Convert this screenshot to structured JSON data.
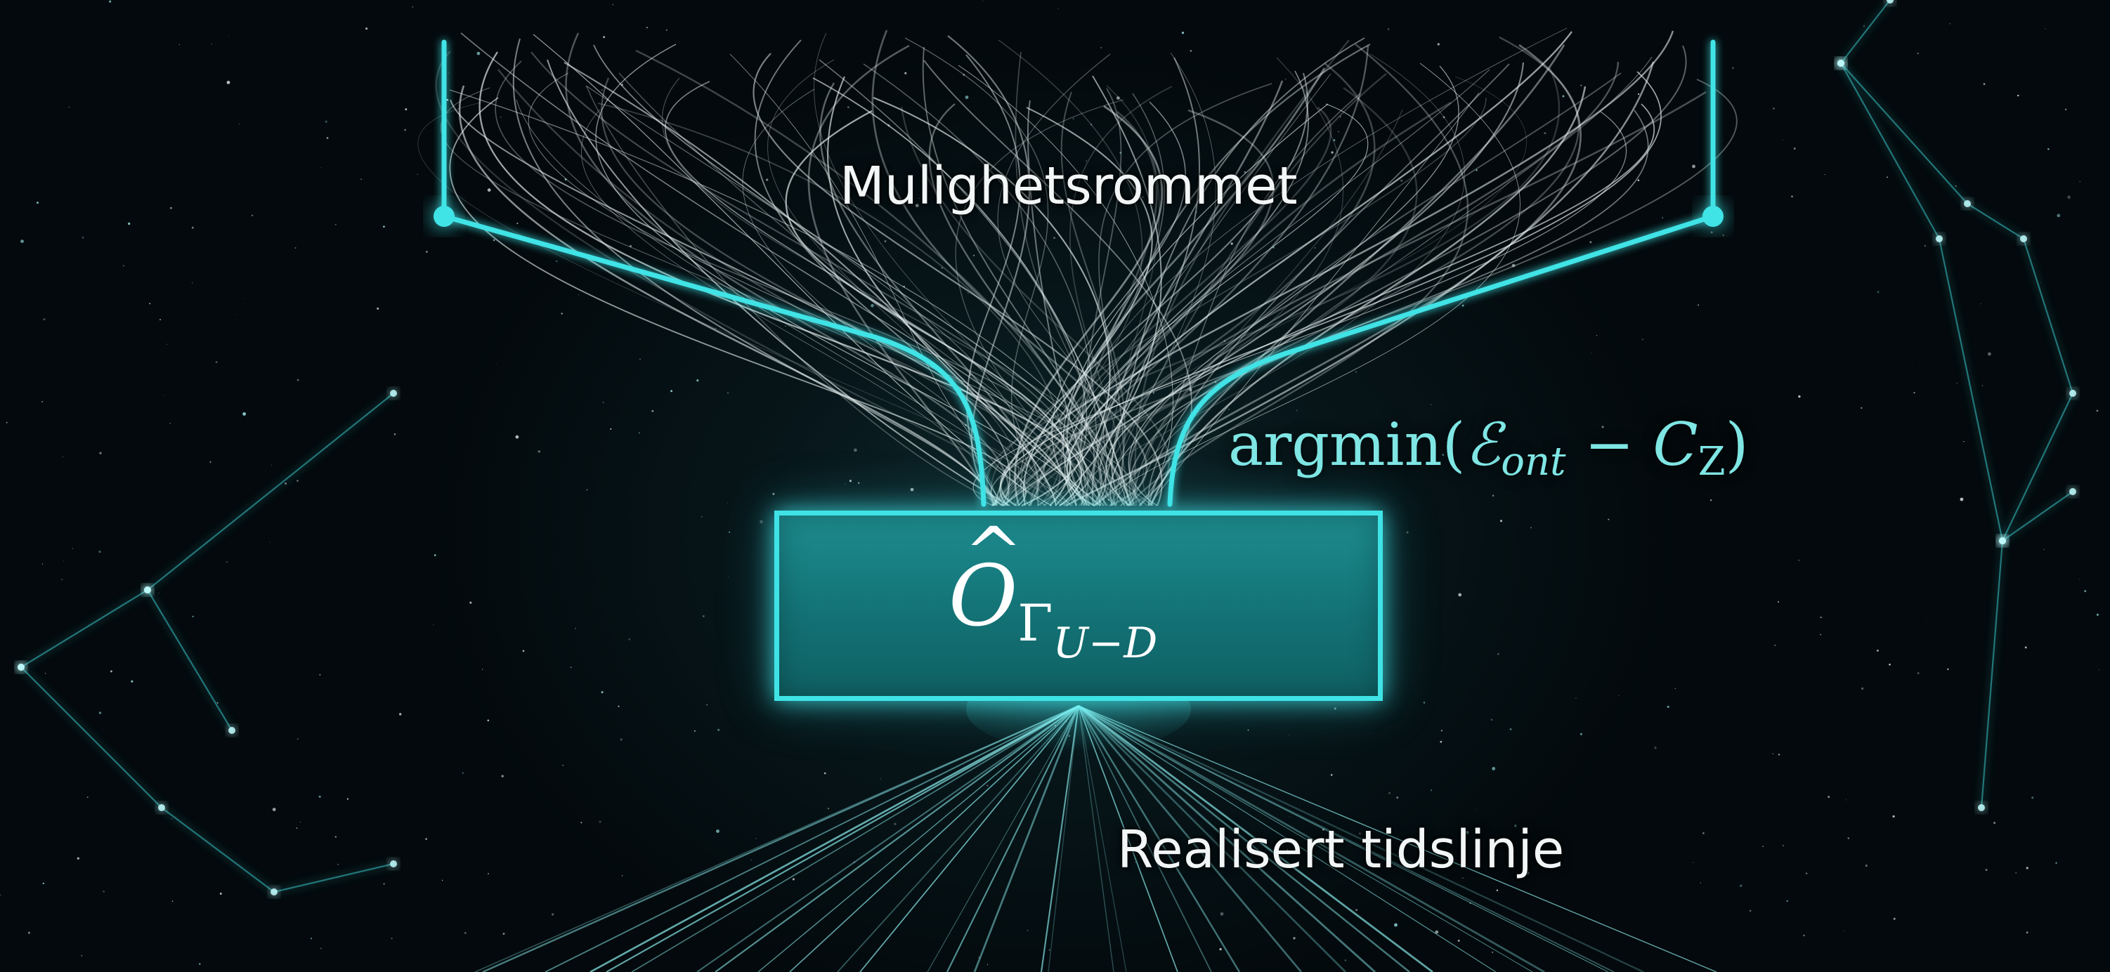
{
  "labels": {
    "possibility_space": "Mulighetsrommet",
    "realized_timeline": "Realisert tidslinje"
  },
  "formula": {
    "func": "argmin(",
    "energy_symbol": "ℰ",
    "energy_sub": "ont",
    "minus": " − ",
    "constraint_symbol": "C",
    "constraint_sub": "Z",
    "close": ")"
  },
  "operator": {
    "symbol": "O",
    "hat": "^",
    "sub_gamma": "Γ",
    "sub_index": "U−D"
  },
  "colors": {
    "accent_cyan": "#3fe3e6",
    "formula_cyan": "#7fe6e4",
    "box_fill": "#137275",
    "background": "#040a0d",
    "strand_white": "#e8f2f2"
  }
}
